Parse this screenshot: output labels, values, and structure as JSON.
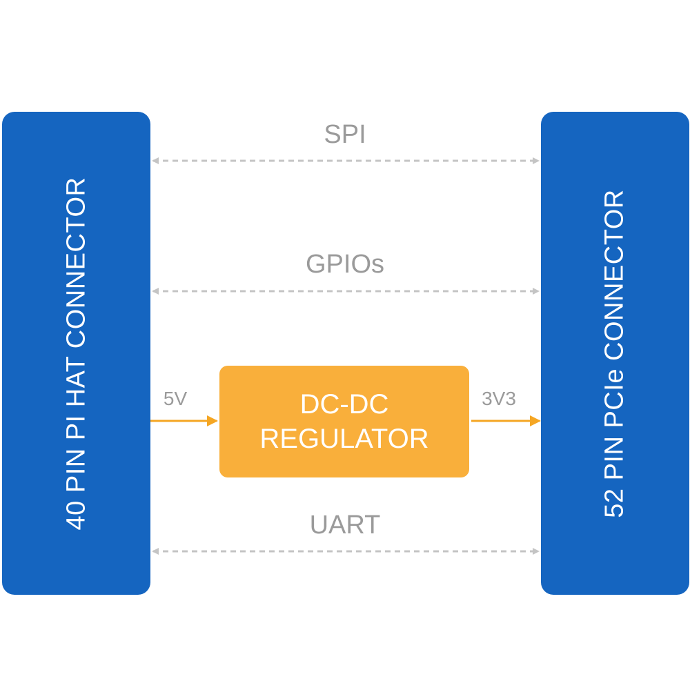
{
  "colors": {
    "connector_blue": "#1565C0",
    "regulator_orange": "#F9AF3B",
    "signal_gray": "#c4c4c4",
    "label_gray": "#9a9a9a",
    "power_arrow": "#F5A623"
  },
  "left_connector": {
    "label": "40 PIN PI HAT CONNECTOR"
  },
  "right_connector": {
    "label": "52 PIN PCIe CONNECTOR"
  },
  "regulator": {
    "line1": "DC-DC",
    "line2": "REGULATOR"
  },
  "links": {
    "spi": "SPI",
    "gpios": "GPIOs",
    "uart": "UART",
    "power_in": "5V",
    "power_out": "3V3"
  }
}
